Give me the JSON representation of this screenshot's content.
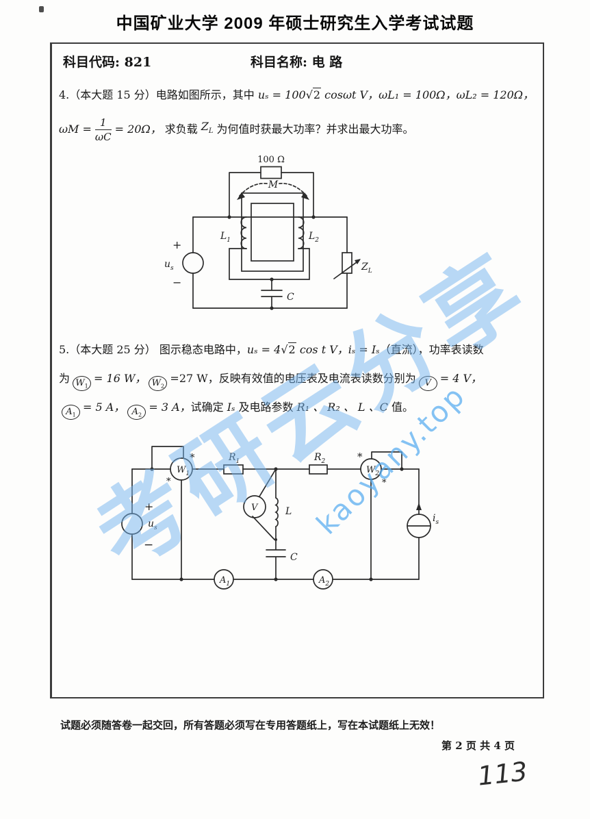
{
  "page": {
    "title": "中国矿业大学 2009 年硕士研究生入学考试试题",
    "subject_code": "科目代码: 821",
    "subject_name": "科目名称: 电  路",
    "footer_note": "试题必须随答卷一起交回，所有答题必须写在专用答题纸上，写在本试题纸上无效！",
    "page_number": "第 2 页 共 4 页",
    "handwritten_number": "113"
  },
  "q4": {
    "intro": "4.（本大题 15 分）电路如图所示，其中 ",
    "math1": "uₛ = 100",
    "sqrt": "√",
    "rad": "2",
    "math2": " cosωt V，ωL₁ = 100Ω，ωL₂ = 120Ω，",
    "l2_lhs": "ωM =",
    "frac_num": "1",
    "frac_den": "ωC",
    "l2_mid": "= 20Ω，",
    "l2_cn1": "求负载 ",
    "z_base": "Z",
    "z_sub": "L",
    "l2_cn2": " 为何值时获最大功率？并求出最大功率。"
  },
  "q5": {
    "intro": "5.（本大题 25 分） 图示稳态电路中，",
    "math1": "uₛ = 4",
    "sqrt": "√",
    "rad": "2",
    "math2": " cos t V，iₛ = Iₛ",
    "tail1": "（直流），功率表读数",
    "l2a": "为",
    "w1_base": "W",
    "w1_sub": "1",
    "l2b": "= 16 W，",
    "w2_base": "W",
    "w2_sub": "2",
    "l2c": "=27 W，反映有效值的电压表及电流表读数分别为",
    "v_base": "V",
    "l2d": "= 4 V，",
    "a1_base": "A",
    "a1_sub": "1",
    "l3a": "= 5 A，",
    "a2_base": "A",
    "a2_sub": "2",
    "l3b": "= 3 A，",
    "l3c": "试确定 ",
    "l3m1": "Iₛ",
    "l3d": " 及电路参数 ",
    "l3m2": "R₁ 、 R₂ 、 L 、C",
    "l3e": " 值。"
  },
  "c1": {
    "r100": "100 Ω",
    "m": "M",
    "l1_base": "L",
    "l1_sub": "1",
    "l2_base": "L",
    "l2_sub": "2",
    "us_base": "u",
    "us_sub": "s",
    "plus": "+",
    "minus": "−",
    "cap": "C",
    "zl_base": "Z",
    "zl_sub": "L"
  },
  "c2": {
    "w1_base": "W",
    "w1_sub": "1",
    "w2_base": "W",
    "w2_sub": "2",
    "r1_base": "R",
    "r1_sub": "1",
    "r2_base": "R",
    "r2_sub": "2",
    "v": "V",
    "l": "L",
    "cap": "C",
    "a1_base": "A",
    "a1_sub": "1",
    "a2_base": "A",
    "a2_sub": "2",
    "us_base": "u",
    "us_sub": "s",
    "is_base": "i",
    "is_sub": "s",
    "plus": "+",
    "minus": "−",
    "star": "*"
  },
  "watermark": {
    "cn": "考研云分享",
    "site": "kaoyany.top",
    "color": "#6fb5e8"
  }
}
